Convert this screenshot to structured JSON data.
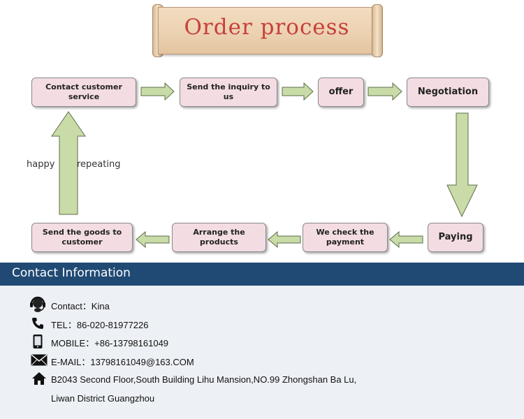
{
  "banner": {
    "title": "Order process"
  },
  "flow": {
    "nodes": [
      {
        "id": "contact",
        "label": "Contact customer service"
      },
      {
        "id": "inquiry",
        "label": "Send the inquiry to us"
      },
      {
        "id": "offer",
        "label": "offer"
      },
      {
        "id": "negotiation",
        "label": "Negotiation"
      },
      {
        "id": "paying",
        "label": "Paying"
      },
      {
        "id": "check_payment",
        "label": "We check the payment"
      },
      {
        "id": "arrange",
        "label": "Arrange the products"
      },
      {
        "id": "send_goods",
        "label": "Send the goods to customer"
      }
    ],
    "loop_label_left": "happy",
    "loop_label_right": "repeating"
  },
  "contact": {
    "header": "Contact Information",
    "person": "Contact：Kina",
    "tel": "TEL：86-020-81977226",
    "mobile": "MOBILE：+86-13798161049",
    "email": "E-MAIL：13798161049@163.COM",
    "address_line1": "B2043 Second Floor,South Building Lihu Mansion,NO.99 Zhongshan Ba Lu,",
    "address_line2": "Liwan District Guangzhou"
  },
  "colors": {
    "node_fill": "#f3dde2",
    "arrow_fill": "#c9dca8",
    "title_red": "#c8403a",
    "header_blue": "#204a74",
    "panel_bg": "#edf0f4"
  },
  "icons": [
    "headset-icon",
    "phone-icon",
    "mobile-icon",
    "envelope-icon",
    "home-icon"
  ]
}
